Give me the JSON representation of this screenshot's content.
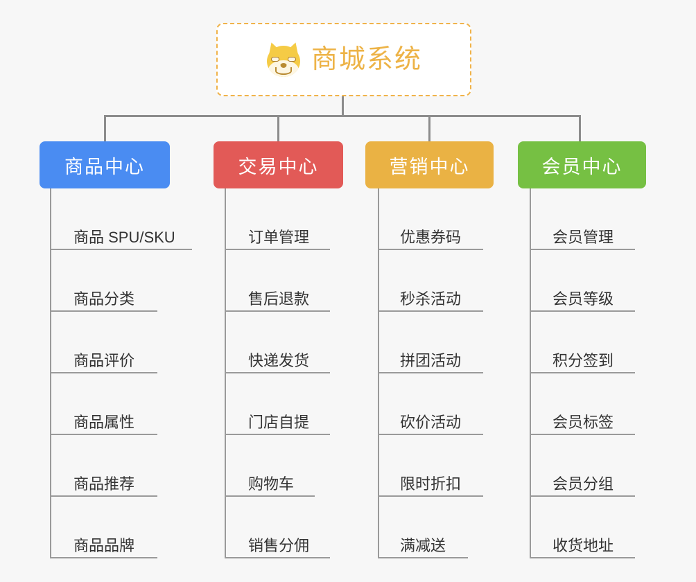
{
  "page": {
    "background": "#f7f7f7",
    "root": {
      "title": "商城系统",
      "icon": "shiba-inu-dog-face",
      "border_color": "#f0b34a",
      "text_color": "#edb347"
    }
  },
  "branches": [
    {
      "id": "product-center",
      "label": "商品中心",
      "color": "#4a8cf2",
      "items": [
        "商品 SPU/SKU",
        "商品分类",
        "商品评价",
        "商品属性",
        "商品推荐",
        "商品品牌"
      ]
    },
    {
      "id": "trade-center",
      "label": "交易中心",
      "color": "#e25a57",
      "items": [
        "订单管理",
        "售后退款",
        "快递发货",
        "门店自提",
        "购物车",
        "销售分佣"
      ]
    },
    {
      "id": "marketing-center",
      "label": "营销中心",
      "color": "#eab244",
      "items": [
        "优惠券码",
        "秒杀活动",
        "拼团活动",
        "砍价活动",
        "限时折扣",
        "满减送"
      ]
    },
    {
      "id": "member-center",
      "label": "会员中心",
      "color": "#76c043",
      "items": [
        "会员管理",
        "会员等级",
        "积分签到",
        "会员标签",
        "会员分组",
        "收货地址"
      ]
    }
  ]
}
